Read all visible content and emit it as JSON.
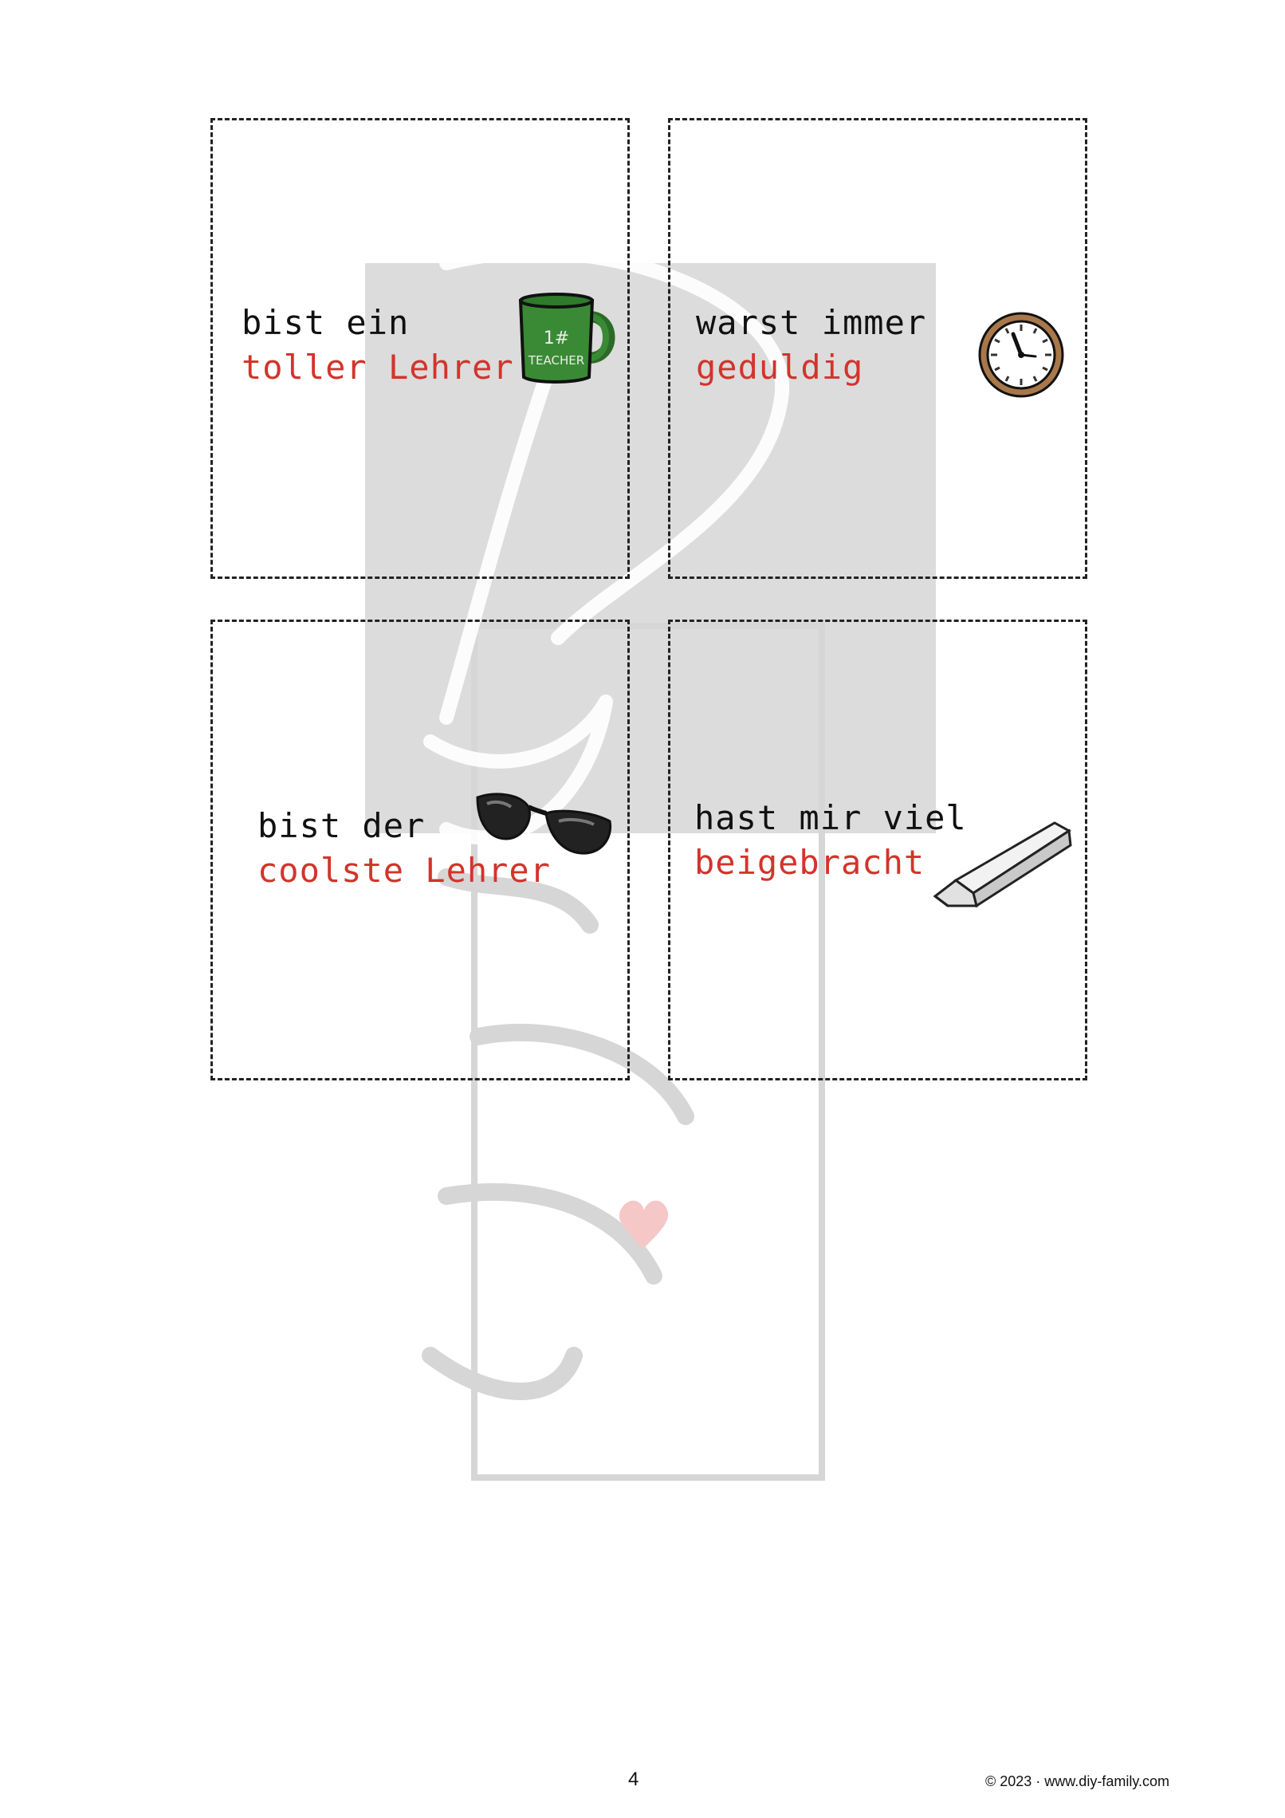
{
  "colors": {
    "text_black": "#111111",
    "text_red": "#d2342c",
    "watermark_gray": "#dcdcdc",
    "watermark_heart": "#f6c7c7",
    "mug_green": "#3a8a35"
  },
  "cards": [
    {
      "line1": "bist ein",
      "line2": "toller Lehrer",
      "icon": "mug-icon",
      "mug_number": "1#",
      "mug_label": "TEACHER"
    },
    {
      "line1": "warst immer",
      "line2": "geduldig",
      "icon": "clock-icon"
    },
    {
      "line1": "bist der",
      "line2": "coolste Lehrer",
      "icon": "sunglasses-icon"
    },
    {
      "line1": "hast mir viel",
      "line2": "beigebracht",
      "icon": "chalk-icon"
    }
  ],
  "footer": {
    "page_number": "4",
    "copyright": "© 2023 · www.diy-family.com"
  }
}
